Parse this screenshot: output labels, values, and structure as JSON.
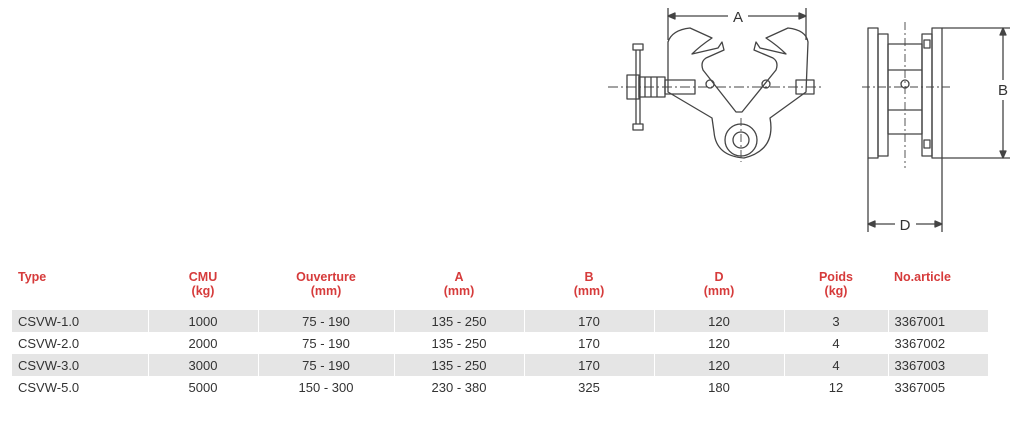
{
  "drawing": {
    "labels": {
      "a": "A",
      "b": "B",
      "d": "D"
    }
  },
  "table": {
    "headers": [
      {
        "name": "Type",
        "unit": ""
      },
      {
        "name": "CMU",
        "unit": "(kg)"
      },
      {
        "name": "Ouverture",
        "unit": "(mm)"
      },
      {
        "name": "A",
        "unit": "(mm)"
      },
      {
        "name": "B",
        "unit": "(mm)"
      },
      {
        "name": "D",
        "unit": "(mm)"
      },
      {
        "name": "Poids",
        "unit": "(kg)"
      },
      {
        "name": "No.article",
        "unit": ""
      }
    ],
    "rows": [
      [
        "CSVW-1.0",
        "1000",
        "75 - 190",
        "135 - 250",
        "170",
        "120",
        "3",
        "3367001"
      ],
      [
        "CSVW-2.0",
        "2000",
        "75 - 190",
        "135 - 250",
        "170",
        "120",
        "4",
        "3367002"
      ],
      [
        "CSVW-3.0",
        "3000",
        "75 - 190",
        "135 - 250",
        "170",
        "120",
        "4",
        "3367003"
      ],
      [
        "CSVW-5.0",
        "5000",
        "150 - 300",
        "230 - 380",
        "325",
        "180",
        "12",
        "3367005"
      ]
    ]
  }
}
